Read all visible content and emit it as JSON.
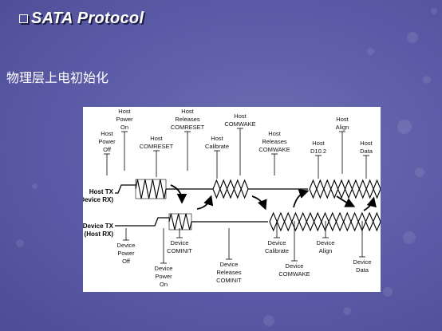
{
  "slide": {
    "title": "SATA Protocol",
    "subtitle": "物理层上电初始化"
  },
  "diagram": {
    "host_lane_label": [
      "Host TX",
      "(Device RX)"
    ],
    "device_lane_label": [
      "Device TX",
      "(Host RX)"
    ],
    "top_labels": [
      [
        "Host",
        "Power",
        "Off"
      ],
      [
        "Host",
        "Power",
        "On"
      ],
      [
        "Host",
        "COMRESET"
      ],
      [
        "Host",
        "Releases",
        "COMRESET"
      ],
      [
        "Host",
        "Calibrate"
      ],
      [
        "Host",
        "COMWAKE"
      ],
      [
        "Host",
        "Releases",
        "COMWAKE"
      ],
      [
        "Host",
        "D10.2"
      ],
      [
        "Host",
        "Align"
      ],
      [
        "Host",
        "Data"
      ]
    ],
    "bottom_labels": [
      [
        "Device",
        "Power",
        "Off"
      ],
      [
        "Device",
        "COMINIT"
      ],
      [
        "Device",
        "Power",
        "On"
      ],
      [
        "Device",
        "Releases",
        "COMINIT"
      ],
      [
        "Device",
        "Calibrate"
      ],
      [
        "Device",
        "COMWAKE"
      ],
      [
        "Device",
        "Align"
      ],
      [
        "Device",
        "Data"
      ]
    ]
  },
  "colors": {
    "background": "#5a5aa6",
    "text": "#ffffff",
    "line": "#000000"
  }
}
